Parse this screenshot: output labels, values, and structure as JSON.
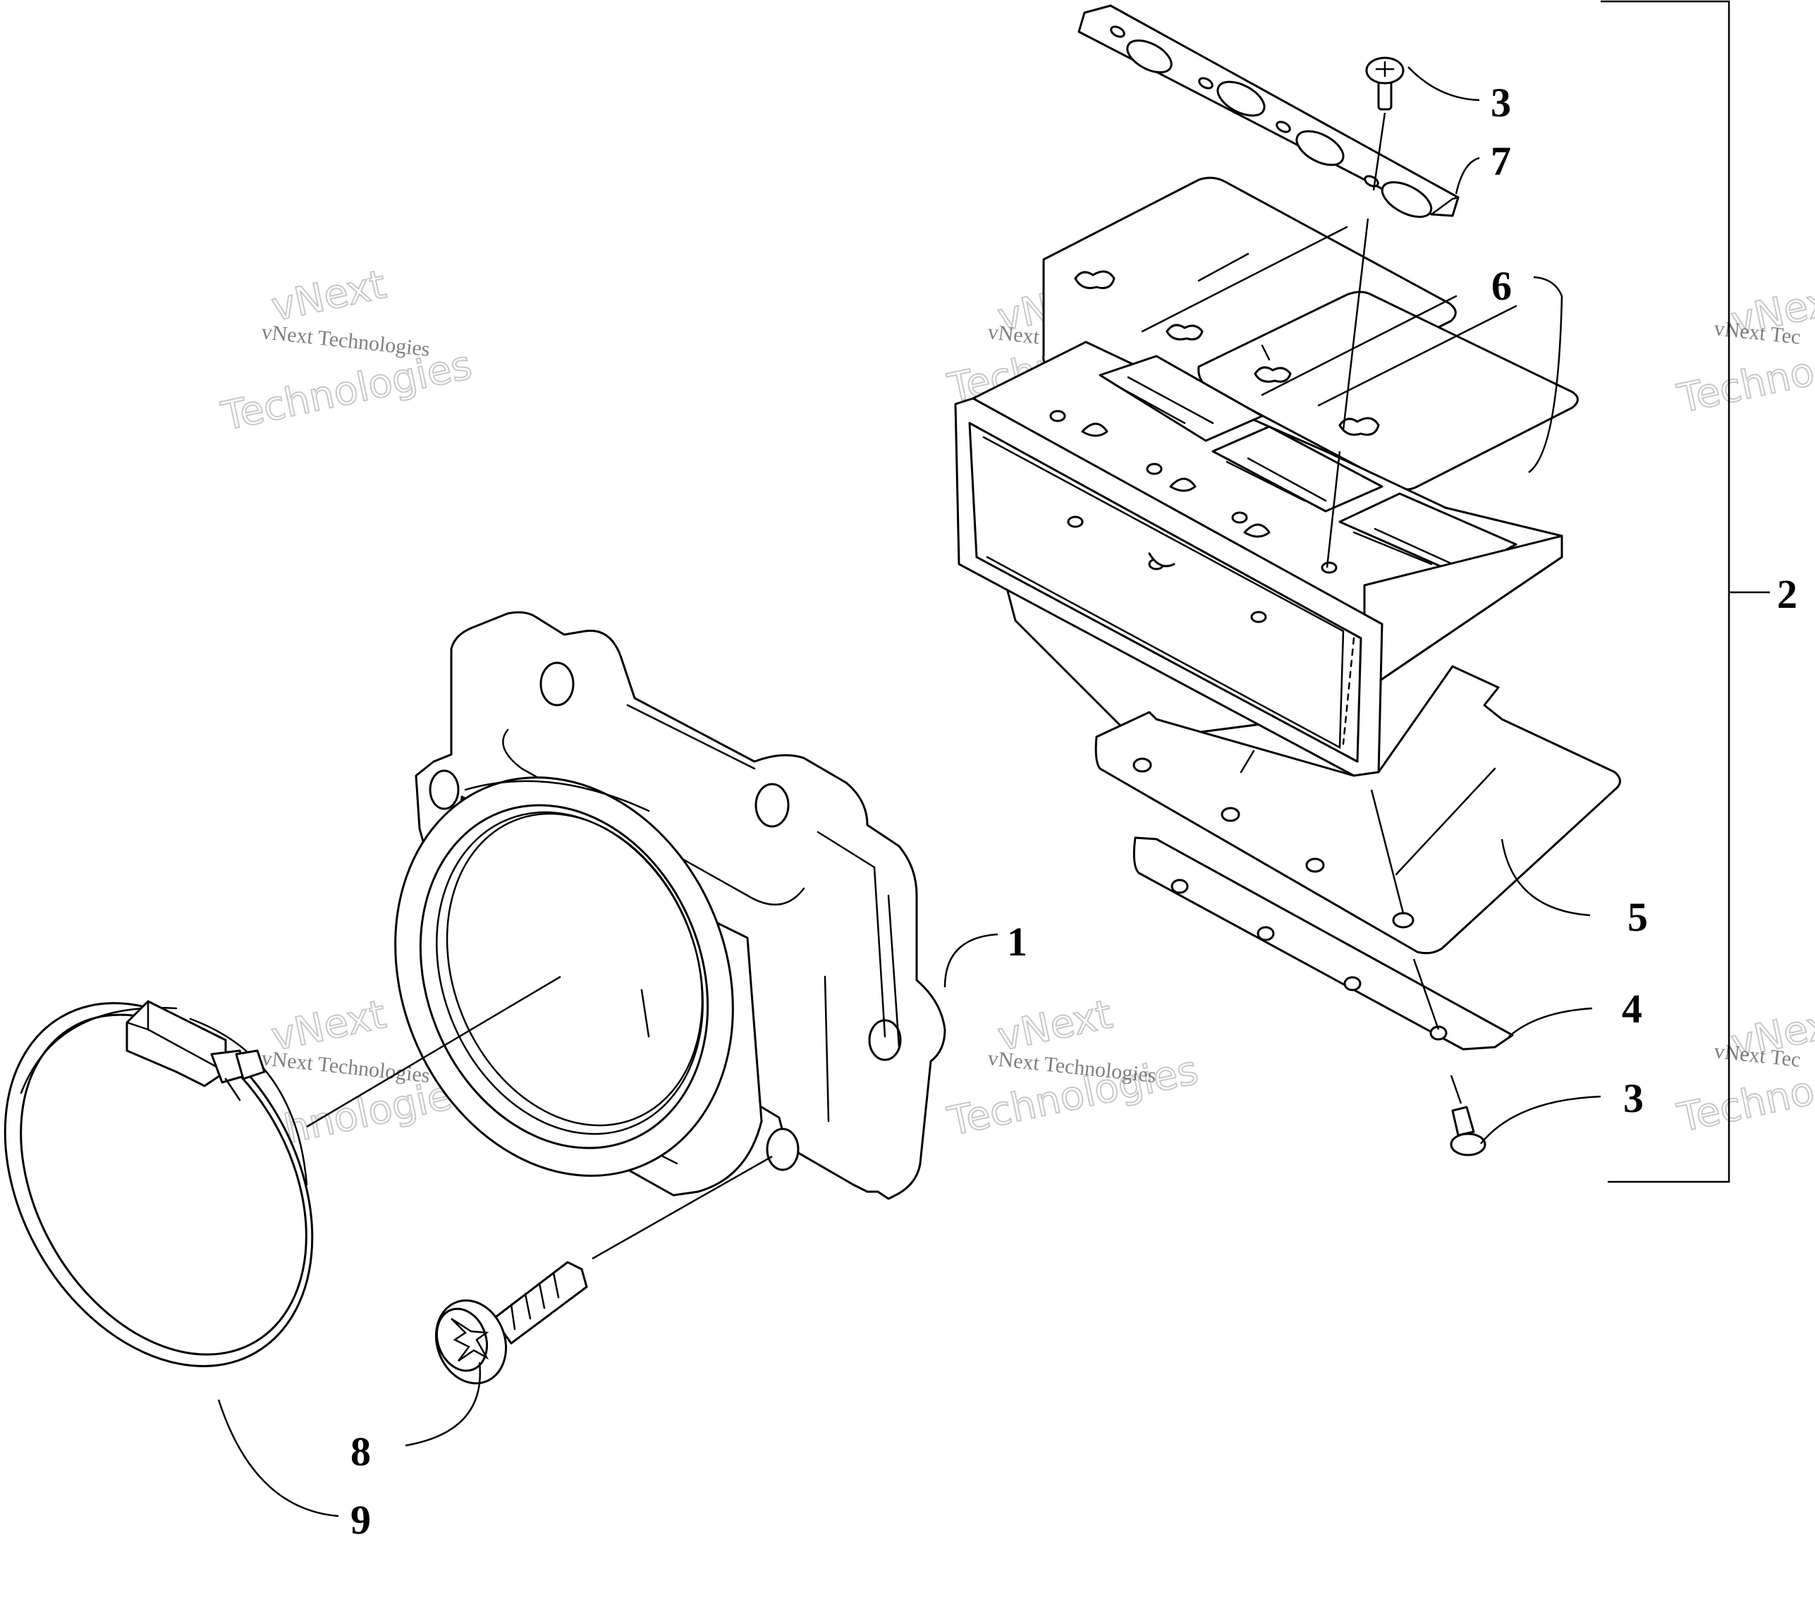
{
  "callouts": {
    "c1": "1",
    "c2": "2",
    "c3_top": "3",
    "c3_bottom": "3",
    "c4": "4",
    "c5": "5",
    "c6": "6",
    "c7": "7",
    "c8": "8",
    "c9": "9"
  },
  "watermark": {
    "line1": "vNext Technologies",
    "big_a": "vNext",
    "big_b": "Technologies",
    "edge_a": "vNext",
    "edge_b": "Techno",
    "edge_c": "vNext Tec"
  }
}
